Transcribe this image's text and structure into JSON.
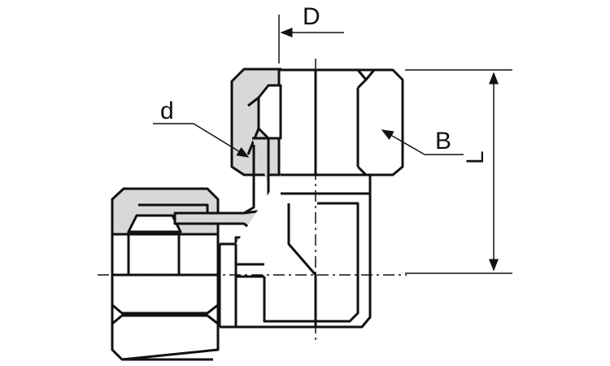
{
  "labels": {
    "D": "D",
    "d": "d",
    "B": "B",
    "L": "L"
  },
  "colors": {
    "outline": "#111111",
    "section_fill": "#d8d8d8",
    "body_fill": "#ffffff"
  }
}
